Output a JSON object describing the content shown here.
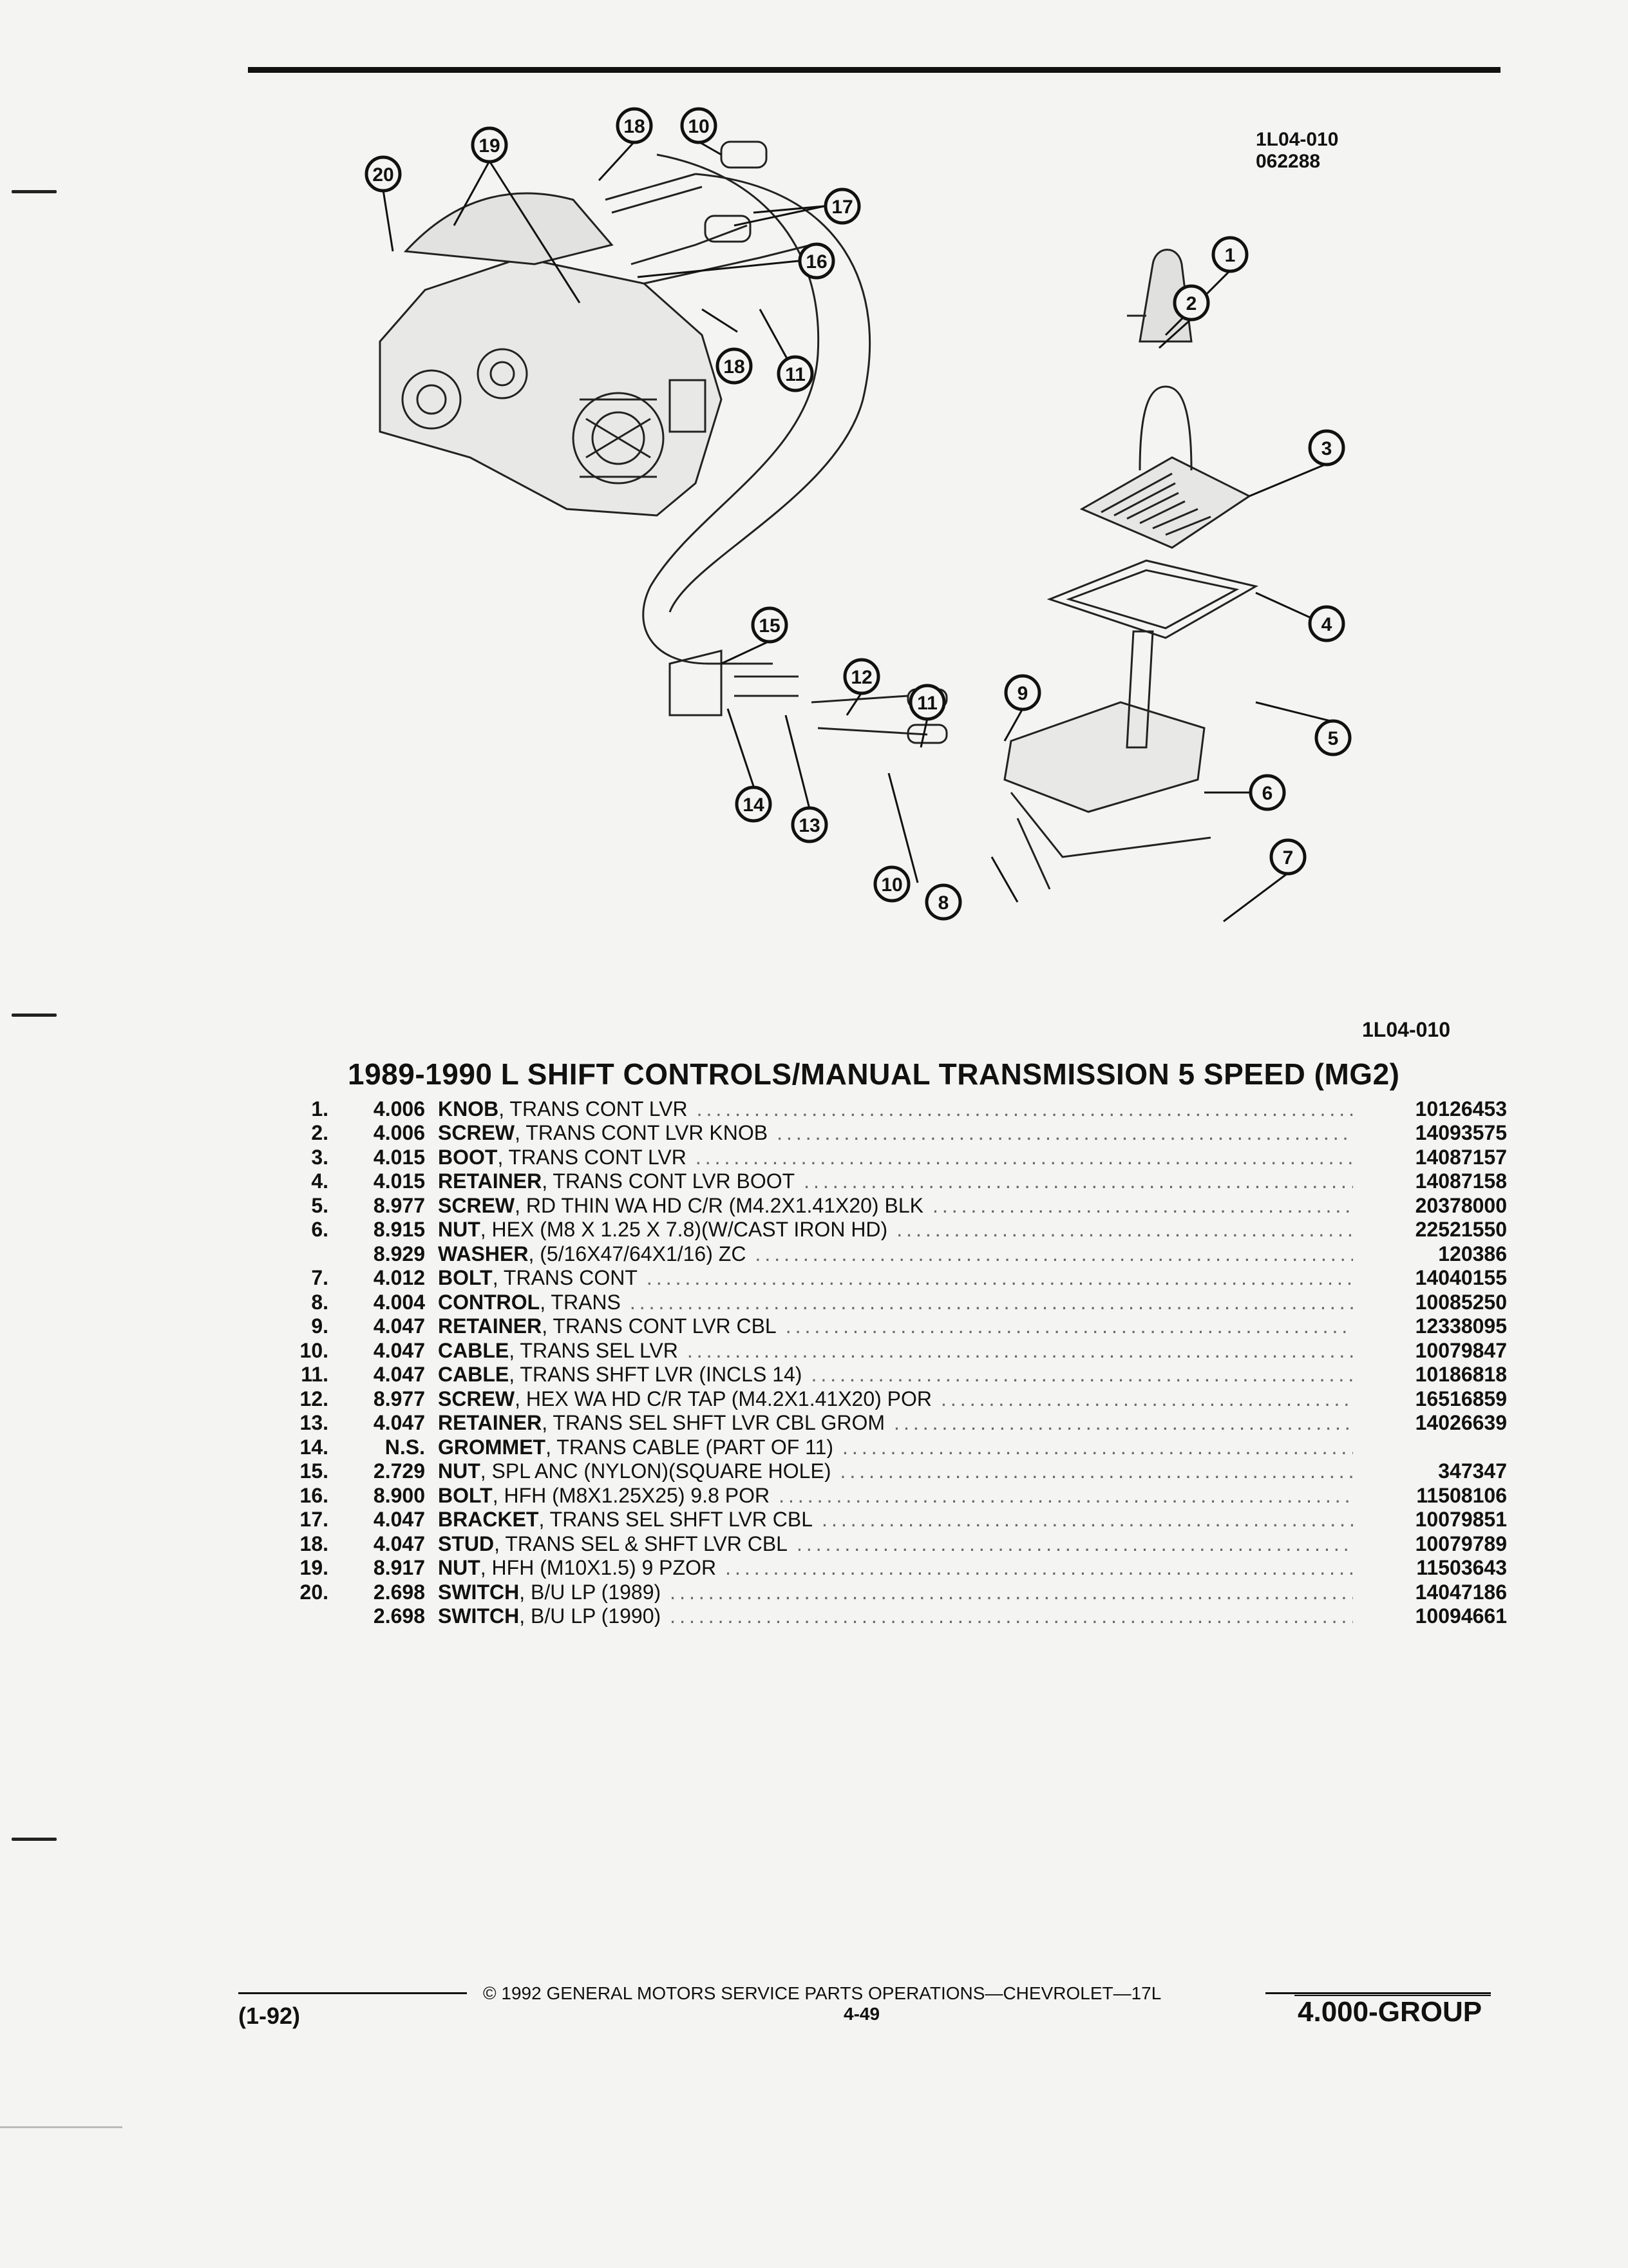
{
  "header": {
    "stamp_code": "1L04-010",
    "stamp_date": "062288"
  },
  "figure": {
    "id": "1L04-010",
    "callouts": [
      "20",
      "19",
      "18",
      "10",
      "17",
      "16",
      "18",
      "11",
      "1",
      "2",
      "3",
      "4",
      "5",
      "15",
      "12",
      "11",
      "9",
      "6",
      "14",
      "13",
      "10",
      "8",
      "7"
    ]
  },
  "title": "1989-1990 L SHIFT CONTROLS/MANUAL TRANSMISSION 5 SPEED (MG2)",
  "parts": [
    {
      "num": "1.",
      "group": "4.006",
      "name": "KNOB",
      "detail": " , TRANS CONT LVR",
      "part_no": "10126453"
    },
    {
      "num": "2.",
      "group": "4.006",
      "name": "SCREW",
      "detail": " , TRANS CONT LVR KNOB",
      "part_no": "14093575"
    },
    {
      "num": "3.",
      "group": "4.015",
      "name": "BOOT",
      "detail": " , TRANS CONT LVR",
      "part_no": "14087157"
    },
    {
      "num": "4.",
      "group": "4.015",
      "name": "RETAINER",
      "detail": " , TRANS CONT LVR BOOT",
      "part_no": "14087158"
    },
    {
      "num": "5.",
      "group": "8.977",
      "name": "SCREW",
      "detail": " , RD THIN WA HD C/R (M4.2X1.41X20) BLK",
      "part_no": "20378000"
    },
    {
      "num": "6.",
      "group": "8.915",
      "name": "NUT",
      "detail": " , HEX (M8 X 1.25 X 7.8)(W/CAST IRON HD)",
      "part_no": "22521550"
    },
    {
      "num": "",
      "group": "8.929",
      "name": "WASHER",
      "detail": " , (5/16X47/64X1/16) ZC",
      "part_no": "120386"
    },
    {
      "num": "7.",
      "group": "4.012",
      "name": "BOLT",
      "detail": " , TRANS CONT",
      "part_no": "14040155"
    },
    {
      "num": "8.",
      "group": "4.004",
      "name": "CONTROL",
      "detail": " , TRANS",
      "part_no": "10085250"
    },
    {
      "num": "9.",
      "group": "4.047",
      "name": "RETAINER",
      "detail": " , TRANS CONT LVR CBL",
      "part_no": "12338095"
    },
    {
      "num": "10.",
      "group": "4.047",
      "name": "CABLE",
      "detail": " , TRANS SEL LVR",
      "part_no": "10079847"
    },
    {
      "num": "11.",
      "group": "4.047",
      "name": "CABLE",
      "detail": " , TRANS SHFT LVR (INCLS 14)",
      "part_no": "10186818"
    },
    {
      "num": "12.",
      "group": "8.977",
      "name": "SCREW",
      "detail": " , HEX WA HD C/R TAP (M4.2X1.41X20) POR",
      "part_no": "16516859"
    },
    {
      "num": "13.",
      "group": "4.047",
      "name": "RETAINER",
      "detail": " , TRANS SEL SHFT LVR CBL GROM",
      "part_no": "14026639"
    },
    {
      "num": "14.",
      "group": "N.S.",
      "name": "GROMMET",
      "detail": " , TRANS CABLE (PART OF 11)",
      "part_no": ""
    },
    {
      "num": "15.",
      "group": "2.729",
      "name": "NUT",
      "detail": " , SPL ANC (NYLON)(SQUARE HOLE)",
      "part_no": "347347"
    },
    {
      "num": "16.",
      "group": "8.900",
      "name": "BOLT",
      "detail": " , HFH (M8X1.25X25) 9.8 POR",
      "part_no": "11508106"
    },
    {
      "num": "17.",
      "group": "4.047",
      "name": "BRACKET",
      "detail": " , TRANS SEL SHFT LVR CBL",
      "part_no": "10079851"
    },
    {
      "num": "18.",
      "group": "4.047",
      "name": "STUD",
      "detail": " , TRANS SEL & SHFT LVR CBL",
      "part_no": "10079789"
    },
    {
      "num": "19.",
      "group": "8.917",
      "name": "NUT",
      "detail": " , HFH (M10X1.5) 9 PZOR",
      "part_no": "11503643"
    },
    {
      "num": "20.",
      "group": "2.698",
      "name": "SWITCH",
      "detail": " , B/U LP (1989)",
      "part_no": "14047186"
    },
    {
      "num": "",
      "group": "2.698",
      "name": "SWITCH",
      "detail": " , B/U LP (1990)",
      "part_no": "10094661"
    }
  ],
  "footer": {
    "revision": "(1-92)",
    "copyright": "© 1992 GENERAL MOTORS SERVICE PARTS OPERATIONS—CHEVROLET—17L",
    "page": "4-49",
    "group": "4.000-GROUP"
  }
}
